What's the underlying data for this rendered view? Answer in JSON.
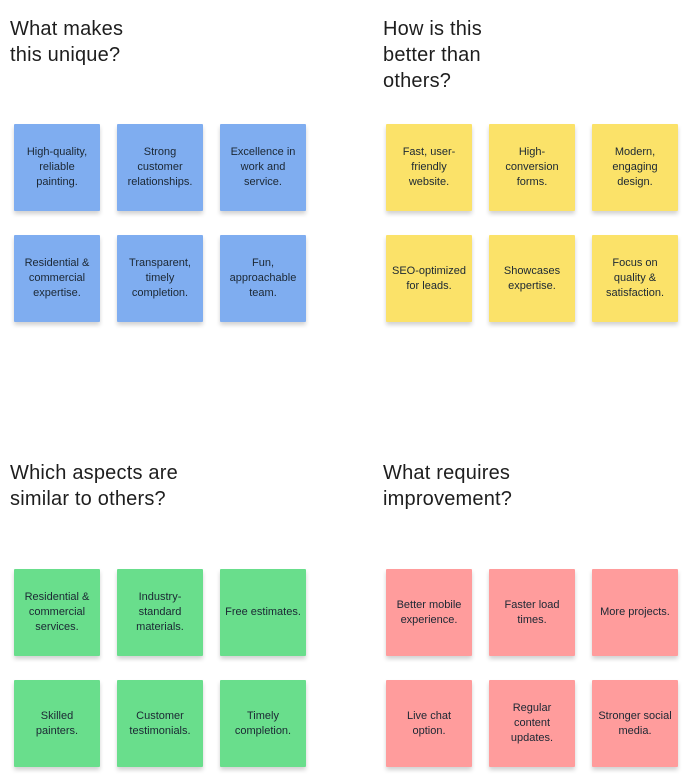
{
  "board": {
    "background_color": "#ffffff",
    "colors": {
      "heading_text": "#1e1e1e",
      "note_text": "#1b2733",
      "note_blue": "#7fadf0",
      "note_yellow": "#fbe269",
      "note_green": "#69de8c",
      "note_red": "#ff9c9c"
    },
    "quadrants": [
      {
        "id": "unique",
        "title": "What makes\nthis unique?",
        "note_color": "#7fadf0",
        "notes": [
          "High-quality, reliable painting.",
          "Strong customer relationships.",
          "Excellence in work and service.",
          "Residential & commercial expertise.",
          "Transparent, timely completion.",
          "Fun, approachable team."
        ]
      },
      {
        "id": "better-than-others",
        "title": "How is this\nbetter than\nothers?",
        "note_color": "#fbe269",
        "notes": [
          "Fast, user-friendly website.",
          "High-conversion forms.",
          "Modern, engaging design.",
          "SEO-optimized for leads.",
          "Showcases expertise.",
          "Focus on quality & satisfaction."
        ]
      },
      {
        "id": "similar-to-others",
        "title": "Which aspects are\nsimilar to others?",
        "note_color": "#69de8c",
        "notes": [
          "Residential & commercial services.",
          "Industry-standard materials.",
          "Free estimates.",
          "Skilled painters.",
          "Customer testimonials.",
          "Timely completion."
        ]
      },
      {
        "id": "requires-improvement",
        "title": "What requires\nimprovement?",
        "note_color": "#ff9c9c",
        "notes": [
          "Better mobile experience.",
          "Faster load times.",
          "More projects.",
          "Live chat option.",
          "Regular content updates.",
          "Stronger social media."
        ]
      }
    ]
  }
}
